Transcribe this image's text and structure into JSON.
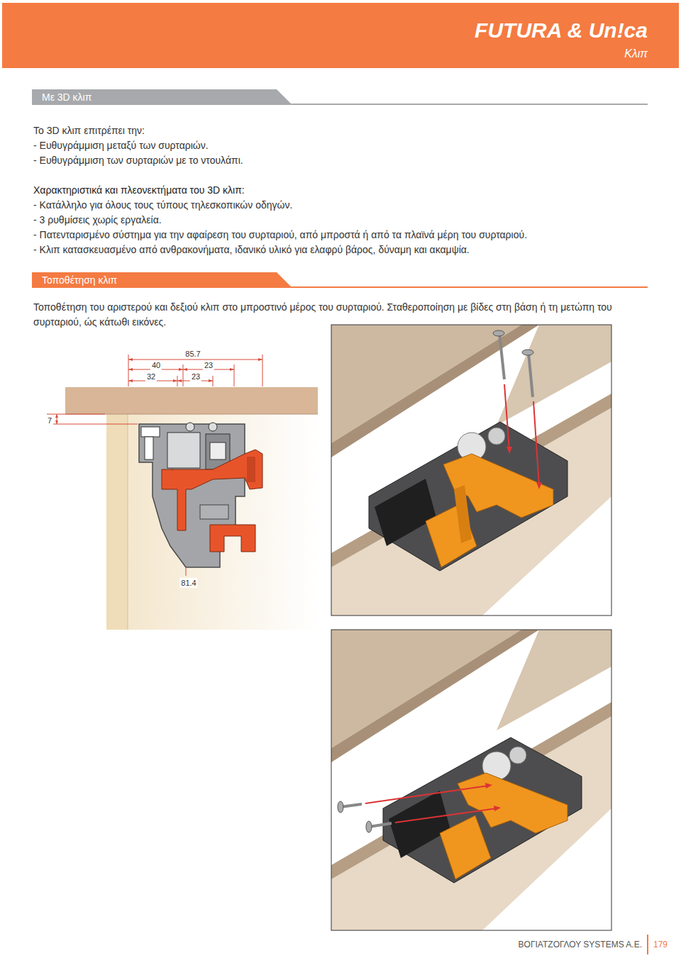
{
  "diagram": {
    "nodes": [
      {
        "text": [
          "FUTURA & Un!ca",
          "Κλιπ"
        ]
      },
      {
        "text": [
          "Με 3D κλιπ"
        ]
      },
      {
        "text": [
          "Τοποθέτηση κλιπ"
        ]
      }
    ],
    "labels": [
      "Το 3D κλιπ επιτρέπει την:",
      "- Ευθυγράμμιση μεταξύ των συρταριών.",
      "- Ευθυγράμμιση των συρταριών με το ντουλάπι.",
      "Χαρακτηριστικά και πλεονεκτήματα του 3D κλιπ:",
      "- Κατάλληλο για όλους τους τύπους τηλεσκοπικών οδηγών.",
      "- 3 ρυθμίσεις χωρίς εργαλεία.",
      "- Πατενταρισμένο σύστημα για την αφαίρεση του συρταριού, από μπροστά ή από τα πλαϊνά μέρη του συρταριού.",
      "- Κλιπ κατασκευασμένο από ανθρακονήματα, ιδανικό υλικό για ελαφρύ βάρος, δύναμη και ακαμψία.",
      "Τοποθέτηση του αριστερού και δεξιού κλιπ στο μπροστινό μέρος του συρταριού. Σταθεροποίηση με βίδες στη βάση ή τη μετώπη του συρταριού, ώς κάτωθι εικόνες.",
      "85.7",
      "40",
      "23",
      "32",
      "23",
      "7",
      "81.4",
      "ΒΟΓΙΑΤΖΟΓΛΟΥ SYSTEMS A.E.",
      "179"
    ]
  }
}
